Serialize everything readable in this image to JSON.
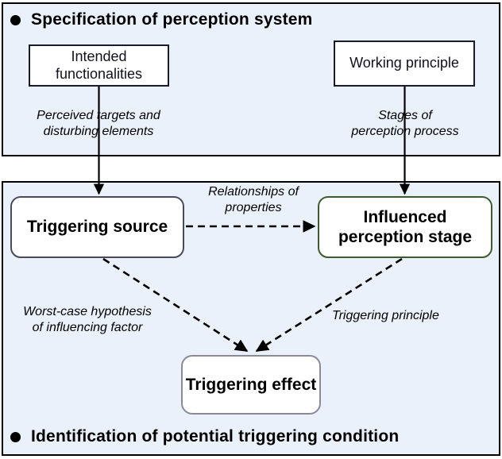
{
  "diagram": {
    "title_top": "Specification of perception system",
    "title_bottom": "Identification of potential triggering condition",
    "colors": {
      "panel_background": "#eaf1fa",
      "panel_border": "#000000",
      "box_fill": "#ffffff",
      "rect_border": "#1a1a2e",
      "source_border": "#4a4a5e",
      "stage_border": "#3c5c2c",
      "effect_border": "#8a8a99",
      "connector": "#000000"
    },
    "top_panel": {
      "bullet": "bullet-icon",
      "heading": "Specification of perception system",
      "boxes": [
        {
          "id": "intended-functionalities",
          "label": "Intended\nfunctionalities"
        },
        {
          "id": "working-principle",
          "label": "Working\nprinciple"
        }
      ],
      "edge_labels": [
        {
          "id": "perceived-targets",
          "label": "Perceived targets and\ndisturbing elements"
        },
        {
          "id": "stages-of-perception",
          "label": "Stages of\nperception process"
        }
      ]
    },
    "bottom_panel": {
      "bullet": "bullet-icon",
      "heading": "Identification of potential triggering condition",
      "boxes": [
        {
          "id": "triggering-source",
          "label": "Triggering\nsource"
        },
        {
          "id": "influenced-perception-stage",
          "label": "Influenced\nperception stage"
        },
        {
          "id": "triggering-effect",
          "label": "Triggering\neffect"
        }
      ],
      "edge_labels": [
        {
          "id": "relationships-of-properties",
          "label": "Relationships of\nproperties"
        },
        {
          "id": "worst-case-hypothesis",
          "label": "Worst-case hypothesis\nof influencing factor"
        },
        {
          "id": "triggering-principle",
          "label": "Triggering principle"
        }
      ]
    },
    "connectors": [
      {
        "id": "intended-to-source",
        "style": "solid",
        "from": "intended-functionalities",
        "to": "triggering-source"
      },
      {
        "id": "working-to-stage",
        "style": "solid",
        "from": "working-principle",
        "to": "influenced-perception-stage"
      },
      {
        "id": "source-to-stage",
        "style": "dashed",
        "from": "triggering-source",
        "to": "influenced-perception-stage"
      },
      {
        "id": "source-to-effect",
        "style": "dashed",
        "from": "triggering-source",
        "to": "triggering-effect"
      },
      {
        "id": "stage-to-effect",
        "style": "dashed",
        "from": "influenced-perception-stage",
        "to": "triggering-effect"
      }
    ]
  }
}
